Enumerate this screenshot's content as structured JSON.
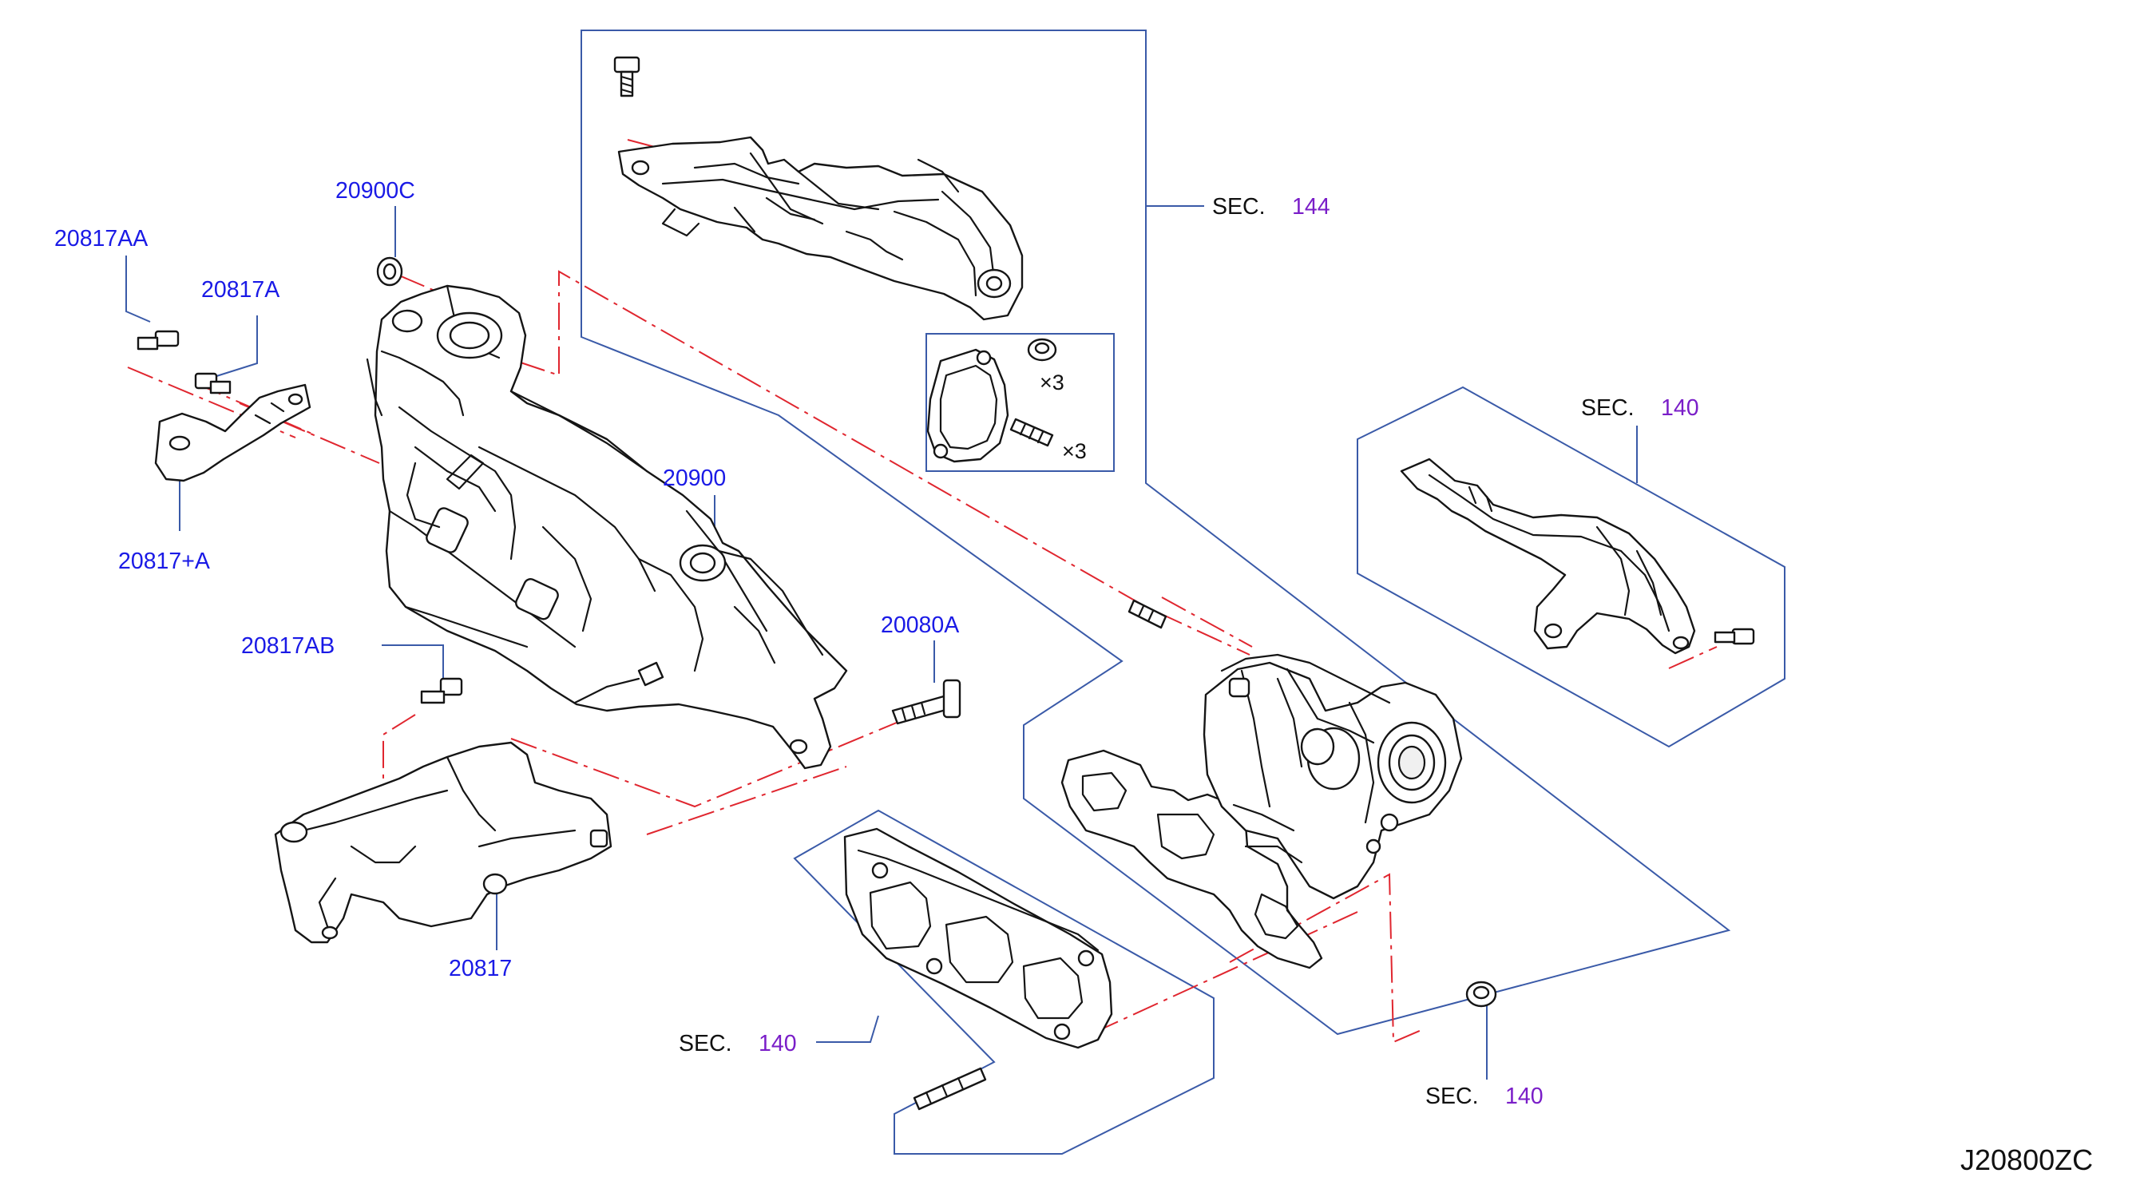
{
  "parts": {
    "p_20817AA": "20817AA",
    "p_20817A": "20817A",
    "p_20900C": "20900C",
    "p_20900": "20900",
    "p_20817plusA": "20817+A",
    "p_20817AB": "20817AB",
    "p_20080A": "20080A",
    "p_20817": "20817"
  },
  "sections": {
    "sec_label": "SEC.",
    "s144": "144",
    "s140_right": "140",
    "s140_gasket": "140",
    "s140_nut": "140"
  },
  "quantities": {
    "nut_qty": "×3",
    "stud_qty": "×3"
  },
  "diagram_code": "J20800ZC",
  "colors": {
    "part_number": "#1a1ae6",
    "section_number": "#7a1ec8",
    "leader_line": "#3a5aa8",
    "alignment_line": "#e0262f",
    "outline": "#151515"
  }
}
